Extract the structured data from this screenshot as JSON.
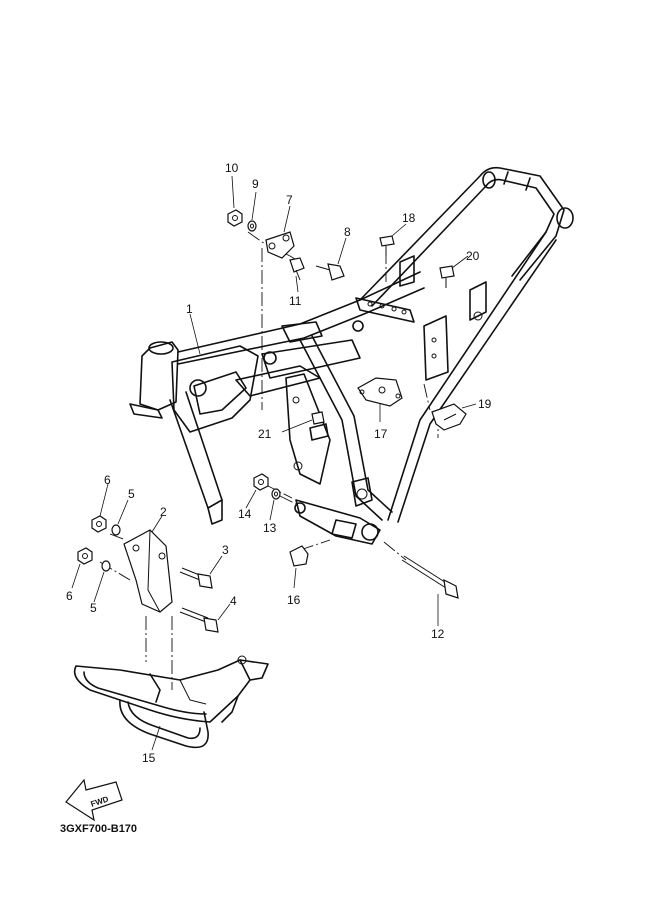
{
  "diagram": {
    "callouts": [
      {
        "id": "1",
        "text": "1"
      },
      {
        "id": "2",
        "text": "2"
      },
      {
        "id": "3",
        "text": "3"
      },
      {
        "id": "4",
        "text": "4"
      },
      {
        "id": "5a",
        "text": "5"
      },
      {
        "id": "5b",
        "text": "5"
      },
      {
        "id": "6a",
        "text": "6"
      },
      {
        "id": "6b",
        "text": "6"
      },
      {
        "id": "7",
        "text": "7"
      },
      {
        "id": "8",
        "text": "8"
      },
      {
        "id": "9",
        "text": "9"
      },
      {
        "id": "10",
        "text": "10"
      },
      {
        "id": "11",
        "text": "11"
      },
      {
        "id": "12",
        "text": "12"
      },
      {
        "id": "13",
        "text": "13"
      },
      {
        "id": "14",
        "text": "14"
      },
      {
        "id": "15",
        "text": "15"
      },
      {
        "id": "16",
        "text": "16"
      },
      {
        "id": "17",
        "text": "17"
      },
      {
        "id": "18",
        "text": "18"
      },
      {
        "id": "19",
        "text": "19"
      },
      {
        "id": "20",
        "text": "20"
      },
      {
        "id": "21",
        "text": "21"
      }
    ],
    "direction_label": "FWD",
    "drawing_code": "3GXF700-B170"
  }
}
